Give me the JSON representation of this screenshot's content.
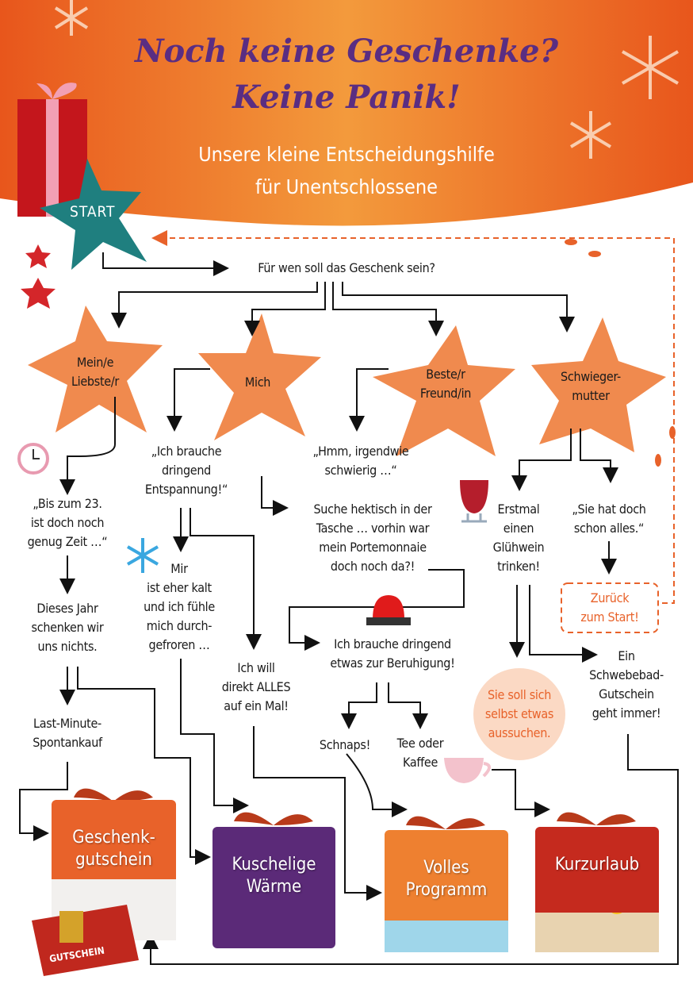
{
  "header": {
    "title_line1": "Noch keine Geschenke?",
    "title_line2": "Keine Panik!",
    "subtitle_line1": "Unsere kleine Entscheidungshilfe",
    "subtitle_line2": "für Unentschlossene"
  },
  "start_label": "START",
  "question": "Für wen soll das Geschenk sein?",
  "recipients": [
    {
      "label": "Mein/e\nLiebste/r"
    },
    {
      "label": "Mich"
    },
    {
      "label": "Beste/r\nFreund/in"
    },
    {
      "label": "Schwieger-\nmutter"
    }
  ],
  "steps": {
    "bis23": "„Bis zum 23.\nist doch noch\ngenug Zeit …“",
    "diesesjahr": "Dieses Jahr\nschenken wir\nuns nichts.",
    "lastminute": "Last-Minute-\nSpontankauf",
    "entspannung": "„Ich brauche\ndringend\nEntspannung!“",
    "kalt": "Mir\nist eher kalt\nund ich fühle\nmich durch-\ngefroren …",
    "alles": "Ich will\ndirekt ALLES\nauf ein Mal!",
    "hmm": "„Hmm, irgendwie\nschwierig …“",
    "suche": "Suche hektisch in der\nTasche … vorhin war\nmein Portemonnaie\ndoch noch da?!",
    "beruhigung": "Ich brauche dringend\netwas zur Beruhigung!",
    "schnaps": "Schnaps!",
    "tee": "Tee oder\nKaffee",
    "gluehwein": "Erstmal\neinen\nGlühwein\ntrinken!",
    "alles_schon": "„Sie hat doch\nschon alles.“",
    "zurueck": "Zurück\nzum Start!",
    "selbst": "Sie soll sich\nselbst etwas\naussuchen.",
    "schwebebad": "Ein\nSchwebebad-\nGutschein\ngeht immer!"
  },
  "gifts": [
    {
      "label": "Geschenk-\ngutschein",
      "color": "#e8622a"
    },
    {
      "label": "Kuschelige\nWärme",
      "color": "#5b2a78"
    },
    {
      "label": "Volles\nProgramm",
      "color": "#ee8030"
    },
    {
      "label": "Kurzurlaub",
      "color": "#c52a1e"
    }
  ],
  "voucher_label": "GUTSCHEIN",
  "colors": {
    "accent": "#e8622a",
    "title": "#5a2d82",
    "teal": "#1f7f7f"
  }
}
